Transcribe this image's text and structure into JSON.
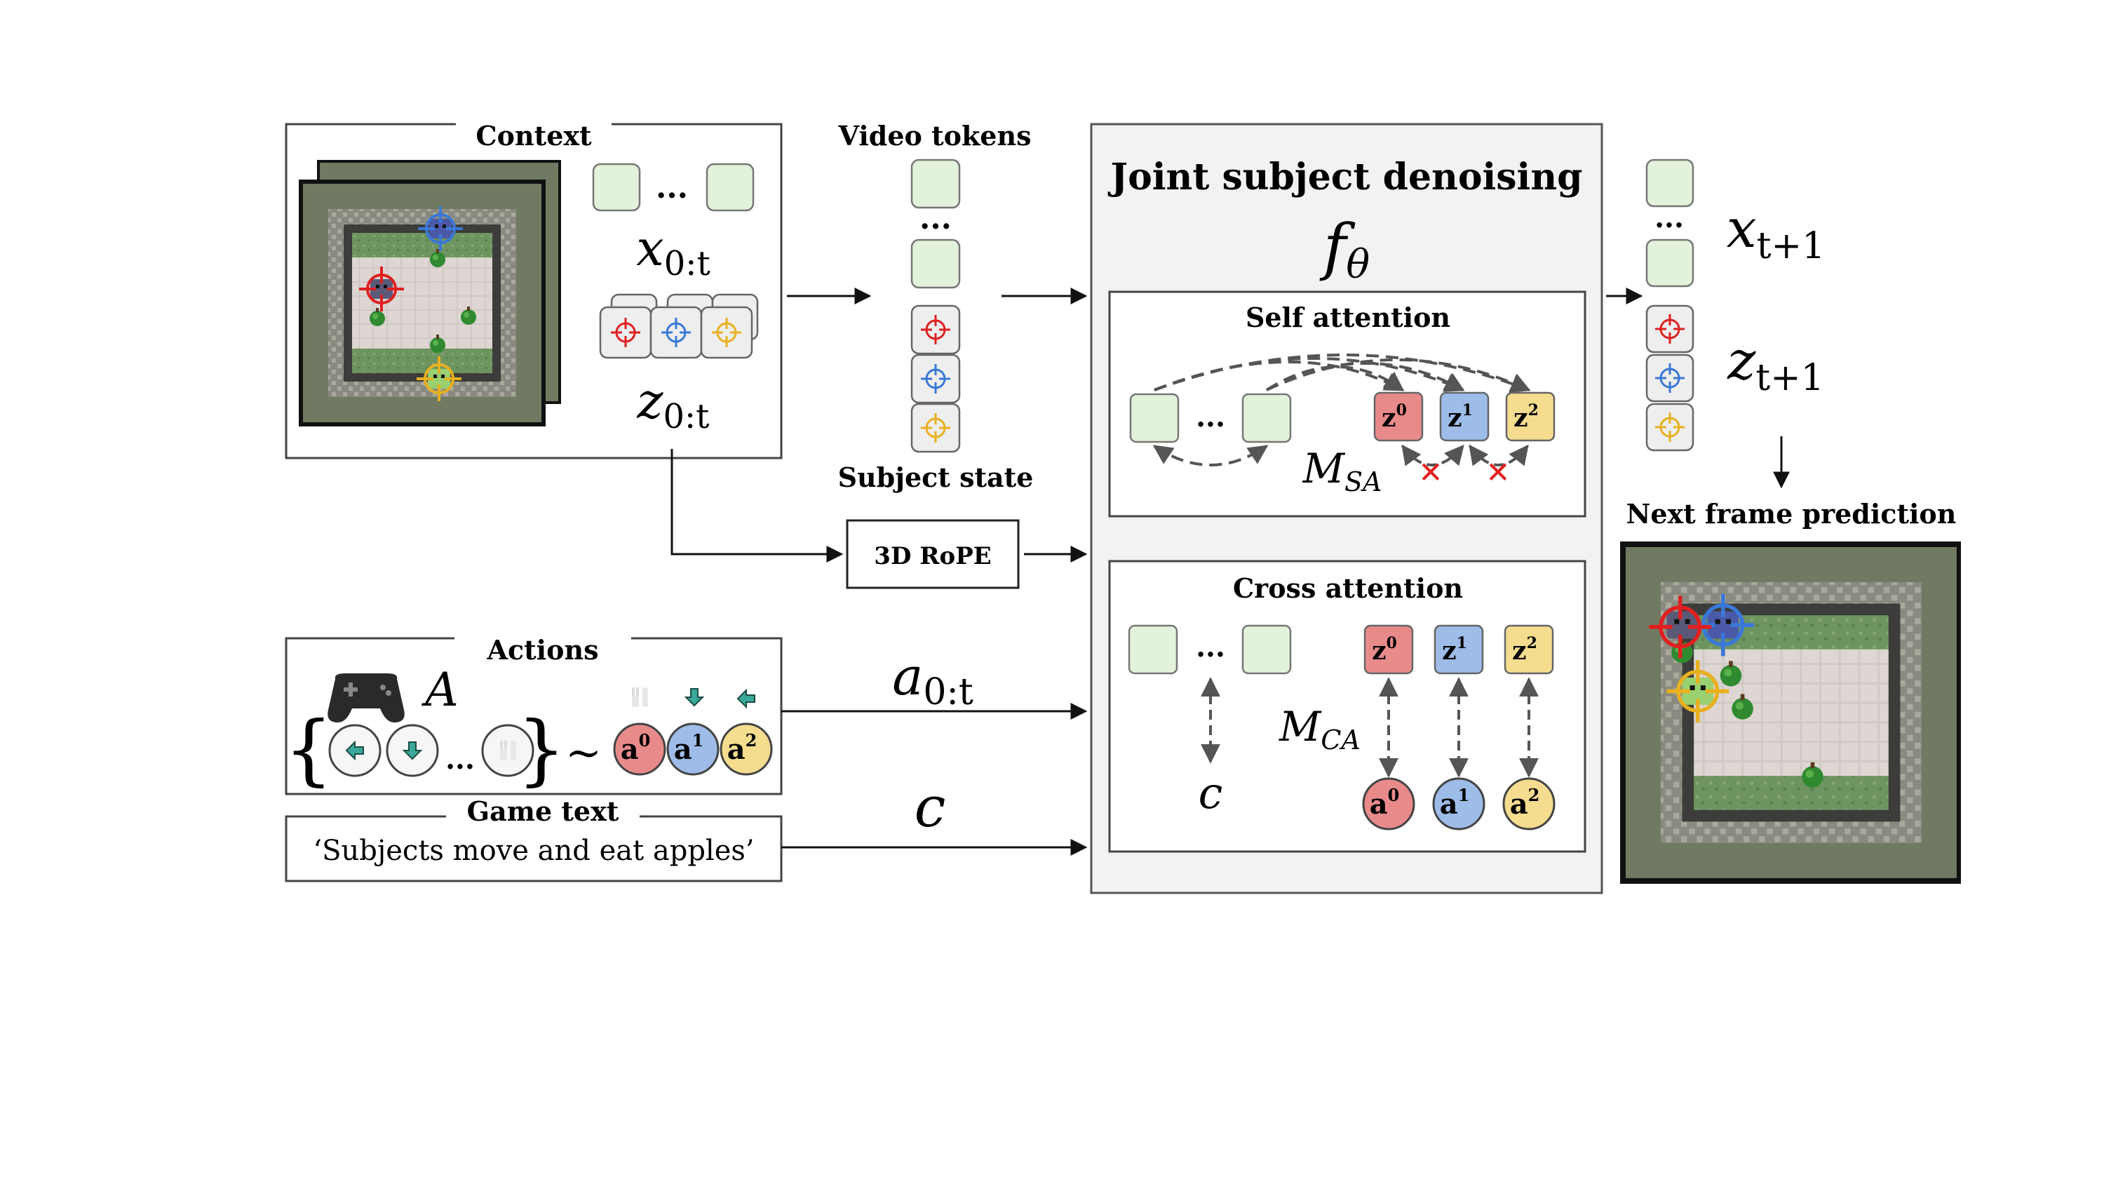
{
  "context": {
    "title": "Context",
    "x_label": "x",
    "x_sub": "0:t",
    "z_label": "z",
    "z_sub": "0:t",
    "ellipsis": "..."
  },
  "tokens": {
    "video_title": "Video tokens",
    "subject_title": "Subject state",
    "ellipsis": "..."
  },
  "rope": {
    "label": "3D RoPE"
  },
  "actions": {
    "title": "Actions",
    "set_symbol": "A",
    "tilde": "~",
    "ellipsis": "...",
    "brace_open": "{",
    "brace_close": "}"
  },
  "game_text": {
    "title": "Game text",
    "text": "‘Subjects move and eat apples’"
  },
  "denoise": {
    "title": "Joint subject denoising",
    "f_label": "f",
    "f_sub": "θ",
    "self_attention": {
      "title": "Self attention",
      "mask": "M",
      "mask_sub": "SA",
      "ellipsis": "...",
      "cross_mark": "✕"
    },
    "cross_attention": {
      "title": "Cross attention",
      "mask": "M",
      "mask_sub": "CA",
      "ellipsis": "...",
      "c_label": "c"
    }
  },
  "arrows": {
    "a_label": "a",
    "a_sub": "0:t",
    "c_label": "c"
  },
  "output": {
    "x_label": "x",
    "x_sub": "t+1",
    "z_label": "z",
    "z_sub": "t+1",
    "ellipsis": "...",
    "next_title": "Next frame prediction"
  },
  "subjects": {
    "z": [
      {
        "letter": "z",
        "index": "0"
      },
      {
        "letter": "z",
        "index": "1"
      },
      {
        "letter": "z",
        "index": "2"
      }
    ],
    "a": [
      {
        "letter": "a",
        "index": "0"
      },
      {
        "letter": "a",
        "index": "1"
      },
      {
        "letter": "a",
        "index": "2"
      }
    ]
  },
  "colors": {
    "token_green": "#e3f2da",
    "subject_red": "#e88a8a",
    "subject_blue": "#9dbce8",
    "subject_yellow": "#f5dc8f",
    "target_red": "#e02020",
    "target_blue": "#3a78d8",
    "target_yellow": "#e8b020",
    "panel_gray": "#f2f2f2",
    "cross_red": "#e02020",
    "teal": "#3aa89a"
  }
}
